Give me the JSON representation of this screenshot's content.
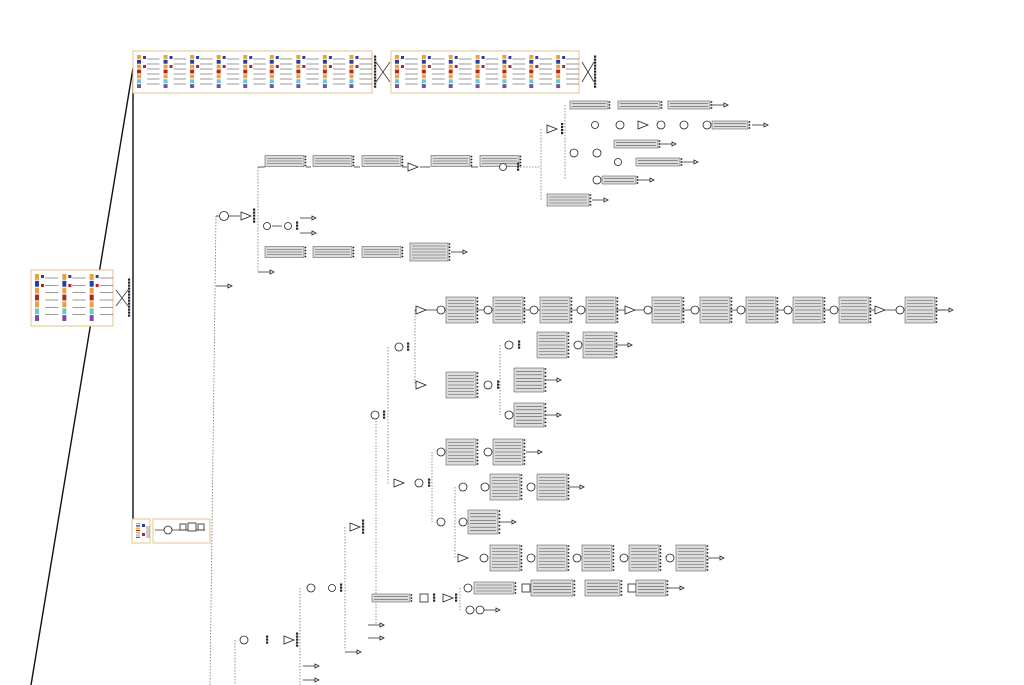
{
  "diagram": {
    "kind": "hierarchical block diagram",
    "colors": {
      "wire": "#333333",
      "trunk": "#111111",
      "block_fill": "#dcdcdc",
      "group_frame": "#e0c48a",
      "bar_orange": "#e8a23a",
      "bar_blue": "#2a3f9a",
      "bar_red": "#b5232a",
      "bar_cyan": "#67c9cf",
      "bar_purple": "#7a4fa0"
    },
    "node_shapes": [
      "circle",
      "square",
      "triangle",
      "arrow-output"
    ]
  }
}
